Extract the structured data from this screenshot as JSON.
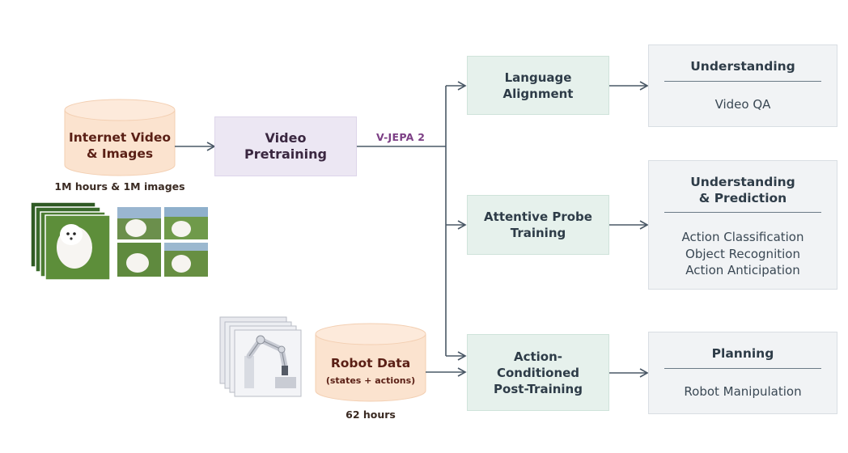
{
  "inputs": {
    "internet": {
      "title_line1": "Internet Video",
      "title_line2": "& Images",
      "caption": "1M hours & 1M images"
    },
    "robot": {
      "title": "Robot Data",
      "subtitle": "(states + actions)",
      "caption": "62 hours"
    }
  },
  "pretraining": {
    "line1": "Video",
    "line2": "Pretraining",
    "output_label": "V-JEPA 2"
  },
  "stages": [
    {
      "line1": "Language",
      "line2": "Alignment"
    },
    {
      "line1": "Attentive Probe",
      "line2": "Training"
    },
    {
      "line1": "Action-",
      "line2": "Conditioned",
      "line3": "Post-Training"
    }
  ],
  "outputs": [
    {
      "title_line1": "Understanding",
      "items": [
        "Video QA"
      ]
    },
    {
      "title_line1": "Understanding",
      "title_line2": "& Prediction",
      "items": [
        "Action Classification",
        "Object Recognition",
        "Action Anticipation"
      ]
    },
    {
      "title_line1": "Planning",
      "items": [
        "Robot Manipulation"
      ]
    }
  ],
  "colors": {
    "cylinder_fill": "#fbe3cf",
    "cylinder_text": "#5a1f15",
    "stage_fill": "#e6f1ec",
    "pretrain_fill": "#ece7f3",
    "output_fill": "#f1f3f5",
    "arrow": "#4a5866",
    "vjepa_text": "#7c3f85"
  }
}
